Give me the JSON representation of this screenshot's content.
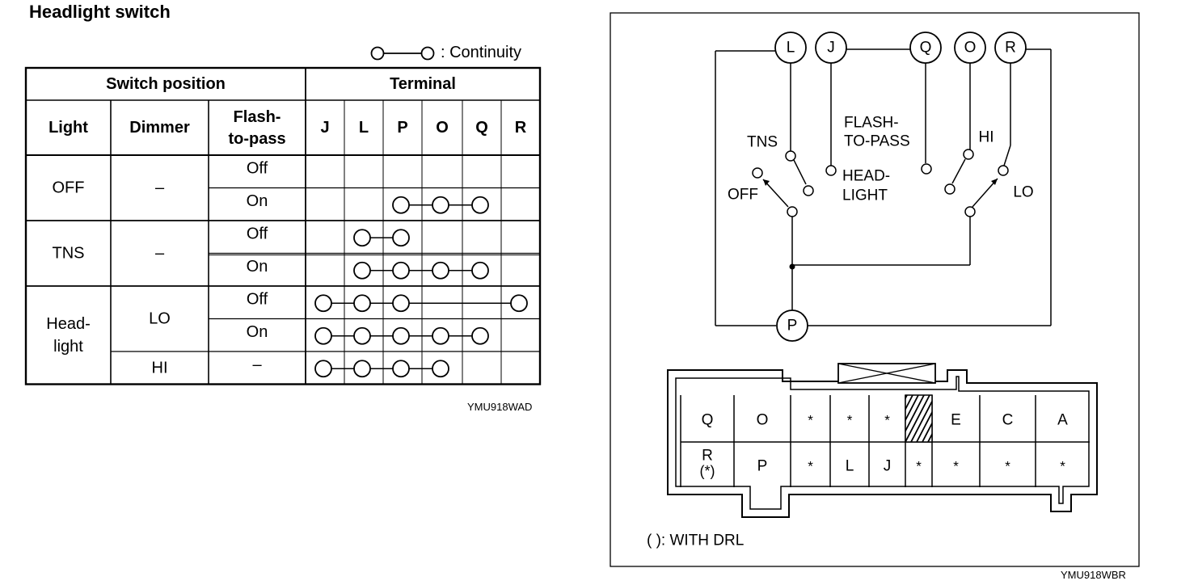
{
  "title": "Headlight switch",
  "legend": {
    "text": ": Continuity"
  },
  "table": {
    "group_headers": {
      "switch_position": "Switch position",
      "terminal": "Terminal"
    },
    "col_headers": {
      "light": "Light",
      "dimmer": "Dimmer",
      "flash": [
        "Flash-",
        "to-pass"
      ],
      "terminals": [
        "J",
        "L",
        "P",
        "O",
        "Q",
        "R"
      ]
    },
    "lights": [
      {
        "lines": [
          "OFF"
        ],
        "rows": [
          0,
          1
        ]
      },
      {
        "lines": [
          "TNS"
        ],
        "rows": [
          2,
          3
        ]
      },
      {
        "lines": [
          "Head-",
          "light"
        ],
        "rows": [
          4,
          6
        ]
      }
    ],
    "dimmers": [
      {
        "text": "–",
        "rows": [
          0,
          1
        ]
      },
      {
        "text": "–",
        "rows": [
          2,
          3
        ]
      },
      {
        "text": "LO",
        "rows": [
          4,
          5
        ]
      },
      {
        "text": "HI",
        "rows": [
          6,
          6
        ]
      }
    ],
    "flash_values": [
      "Off",
      "On",
      "Off",
      "On",
      "Off",
      "On",
      "–"
    ],
    "continuity": [
      [],
      [
        "P",
        "O",
        "Q"
      ],
      [
        "L",
        "P"
      ],
      [
        "L",
        "P",
        "O",
        "Q"
      ],
      [
        "J",
        "L",
        "P",
        "R"
      ],
      [
        "J",
        "L",
        "P",
        "O",
        "Q"
      ],
      [
        "J",
        "L",
        "P",
        "O"
      ]
    ],
    "code": "YMU918WAD"
  },
  "diagram": {
    "top_terminals": [
      "L",
      "J",
      "Q",
      "O",
      "R"
    ],
    "bottom_terminal": "P",
    "labels": {
      "tns": "TNS",
      "off": "OFF",
      "headlight": [
        "HEAD-",
        "LIGHT"
      ],
      "flash": [
        "FLASH-",
        "TO-PASS"
      ],
      "hi": "HI",
      "lo": "LO"
    },
    "connector": {
      "top_row": [
        "Q",
        "O",
        "*",
        "*",
        "*",
        "",
        "E",
        "C",
        "A"
      ],
      "bottom_row": [
        "R",
        "P",
        "*",
        "L",
        "J",
        "*",
        "*",
        "*",
        "*"
      ],
      "r_note": "(*)"
    },
    "note": "( ): WITH DRL",
    "code": "YMU918WBR"
  }
}
